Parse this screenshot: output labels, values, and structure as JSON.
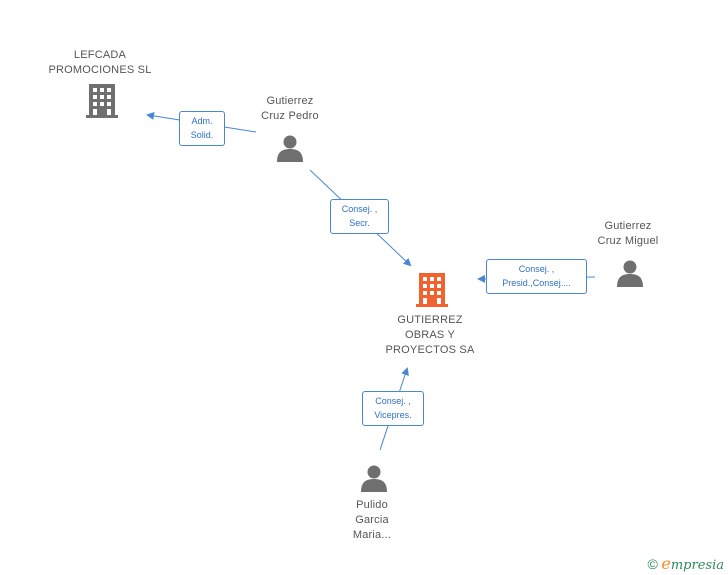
{
  "nodes": {
    "lefcada": {
      "label": "LEFCADA\nPROMOCIONES SL",
      "type": "company",
      "color": "#6f6f6f"
    },
    "gutierrez_obras": {
      "label": "GUTIERREZ\nOBRAS Y\nPROYECTOS SA",
      "type": "company",
      "color": "#f2622e"
    },
    "cruz_pedro": {
      "label": "Gutierrez\nCruz Pedro",
      "type": "person",
      "color": "#6f6f6f"
    },
    "cruz_miguel": {
      "label": "Gutierrez\nCruz Miguel",
      "type": "person",
      "color": "#6f6f6f"
    },
    "pulido": {
      "label": "Pulido\nGarcia\nMaria...",
      "type": "person",
      "color": "#6f6f6f"
    }
  },
  "edges": {
    "pedro_lefcada": {
      "label": "Adm.\nSolid."
    },
    "pedro_obras": {
      "label": "Consej. ,\nSecr."
    },
    "miguel_obras": {
      "label": "Consej. ,\nPresid.,Consej...."
    },
    "pulido_obras": {
      "label": "Consej. ,\nVicepres."
    }
  },
  "colors": {
    "edge": "#4a86d4",
    "label_text": "#2f6fc4"
  },
  "brand": {
    "copyright": "©",
    "initial": "e",
    "name": "mpresia"
  }
}
